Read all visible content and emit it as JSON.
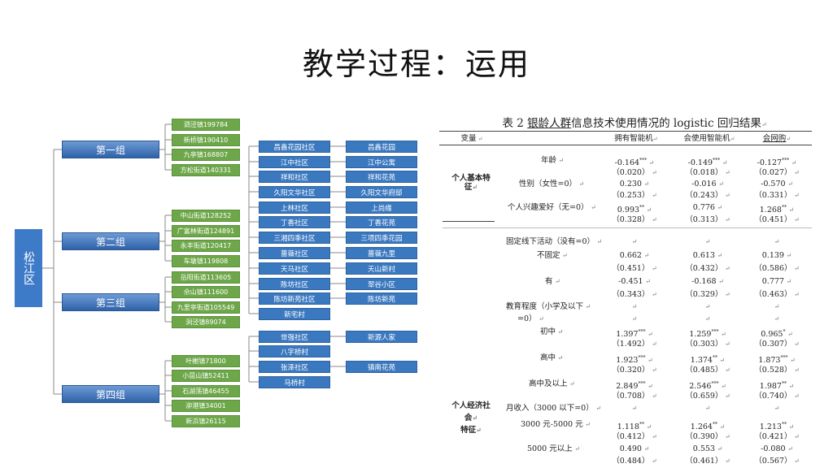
{
  "slide": {
    "title": "教学过程：运用"
  },
  "tree": {
    "root": "松江区",
    "groups": [
      {
        "label": "第一组",
        "towns": [
          "泗泾镇199784",
          "新桥镇190410",
          "九亭镇168807",
          "方松街道140331"
        ]
      },
      {
        "label": "第二组",
        "towns": [
          "中山街道128252",
          "广富林街道124891",
          "永丰街道120417",
          "车墩镇119808"
        ]
      },
      {
        "label": "第三组",
        "towns": [
          "岳阳街道113605",
          "佘山镇111600",
          "九里亭街道105549",
          "洞泾镇89074"
        ]
      },
      {
        "label": "第四组",
        "towns": [
          "叶榭镇71800",
          "小昆山镇52411",
          "石湖荡镇46455",
          "泖港镇34001",
          "新浜镇26115"
        ]
      }
    ],
    "communities": [
      "昌鑫花园社区",
      "江中社区",
      "祥和社区",
      "久阳文华社区",
      "上林社区",
      "丁香社区",
      "三湘四季社区",
      "蔷薇社区",
      "天马社区",
      "陈坊社区",
      "陈坊新苑社区",
      "新宅村",
      "世强社区",
      "八字桥村",
      "张泽社区",
      "马桥村"
    ],
    "estates": [
      "昌鑫花园",
      "江中公寓",
      "祥和花苑",
      "久阳文华府邸",
      "上尚缘",
      "丁香花苑",
      "三项四季花园",
      "蔷薇九里",
      "天山新村",
      "翠谷小区",
      "陈坊新苑",
      "新源人家",
      "镇南花苑"
    ]
  },
  "table": {
    "caption_prefix": "表 2",
    "caption_underlined": "银龄人群",
    "caption_rest": "信息技术使用情况的 logistic 回归结果",
    "col_var": "变量",
    "col_1": "拥有智能机",
    "col_2": "会使用智能机",
    "col_3": "会网购",
    "group_basic_1": "个人基本特",
    "group_basic_2": "征",
    "group_econ_1": "个人经济社",
    "group_econ_2": "会",
    "group_econ_3": "特征",
    "rows": [
      {
        "label": "年龄",
        "c1": "-0.164",
        "s1": "***",
        "c2": "-0.149",
        "s2": "***",
        "c3": "-0.127",
        "s3": "***"
      },
      {
        "label": "",
        "c1": "（0.020）",
        "c2": "（0.018）",
        "c3": "（0.027）"
      },
      {
        "label": "性别（女性=0）",
        "c1": "0.230",
        "c2": "-0.016",
        "c3": "-0.570"
      },
      {
        "label": "",
        "c1": "（0.253）",
        "c2": "（0.243）",
        "c3": "（0.331）"
      },
      {
        "label": "个人兴趣爱好（无=0）",
        "c1": "0.993",
        "s1": "**",
        "c2": "0.776",
        "c3": "1.268",
        "s3": "**"
      },
      {
        "label": "",
        "c1": "（0.328）",
        "c2": "（0.313）",
        "c3": "（0.451）"
      },
      {
        "label": "固定线下活动（没有=0）",
        "c1": "",
        "c2": "",
        "c3": ""
      },
      {
        "label": "不固定",
        "c1": "0.662",
        "c2": "0.613",
        "c3": "0.139"
      },
      {
        "label": "",
        "c1": "（0.451）",
        "c2": "（0.432）",
        "c3": "（0.586）"
      },
      {
        "label": "有",
        "c1": "-0.451",
        "c2": "-0.168",
        "c3": "0.777"
      },
      {
        "label": "",
        "c1": "（0.343）",
        "c2": "（0.329）",
        "c3": "（0.463）"
      },
      {
        "label": "教育程度（小学及以下",
        "c1": "",
        "c2": "",
        "c3": ""
      },
      {
        "label": "=0）",
        "c1": "",
        "c2": "",
        "c3": ""
      },
      {
        "label": "初中",
        "c1": "1.397",
        "s1": "***",
        "c2": "1.259",
        "s2": "***",
        "c3": "0.965",
        "s3": "*"
      },
      {
        "label": "",
        "c1": "（1.492）",
        "c2": "（0.303）",
        "c3": "（0.307）"
      },
      {
        "label": "高中",
        "c1": "1.923",
        "s1": "***",
        "c2": "1.374",
        "s2": "**",
        "c3": "1.873",
        "s3": "***"
      },
      {
        "label": "",
        "c1": "（0.320）",
        "c2": "（0.485）",
        "c3": "（0.528）"
      },
      {
        "label": "高中及以上",
        "c1": "2.849",
        "s1": "***",
        "c2": "2.546",
        "s2": "***",
        "c3": "1.987",
        "s3": "**"
      },
      {
        "label": "",
        "c1": "（0.708）",
        "c2": "（0.659）",
        "c3": "（0.740）"
      },
      {
        "label": "月收入（3000 以下=0）",
        "c1": "",
        "c2": "",
        "c3": ""
      },
      {
        "label": "3000 元-5000 元",
        "c1": "1.118",
        "s1": "**",
        "c2": "1.264",
        "s2": "**",
        "c3": "1.213",
        "s3": "**"
      },
      {
        "label": "",
        "c1": "（0.412）",
        "c2": "（0.390）",
        "c3": "（0.421）"
      },
      {
        "label": "5000 元以上",
        "c1": "0.490",
        "c2": "0.553",
        "c3": "-0.080"
      },
      {
        "label": "",
        "c1": "（0.484）",
        "c2": "（0.461）",
        "c3": "（0.567）"
      }
    ]
  }
}
